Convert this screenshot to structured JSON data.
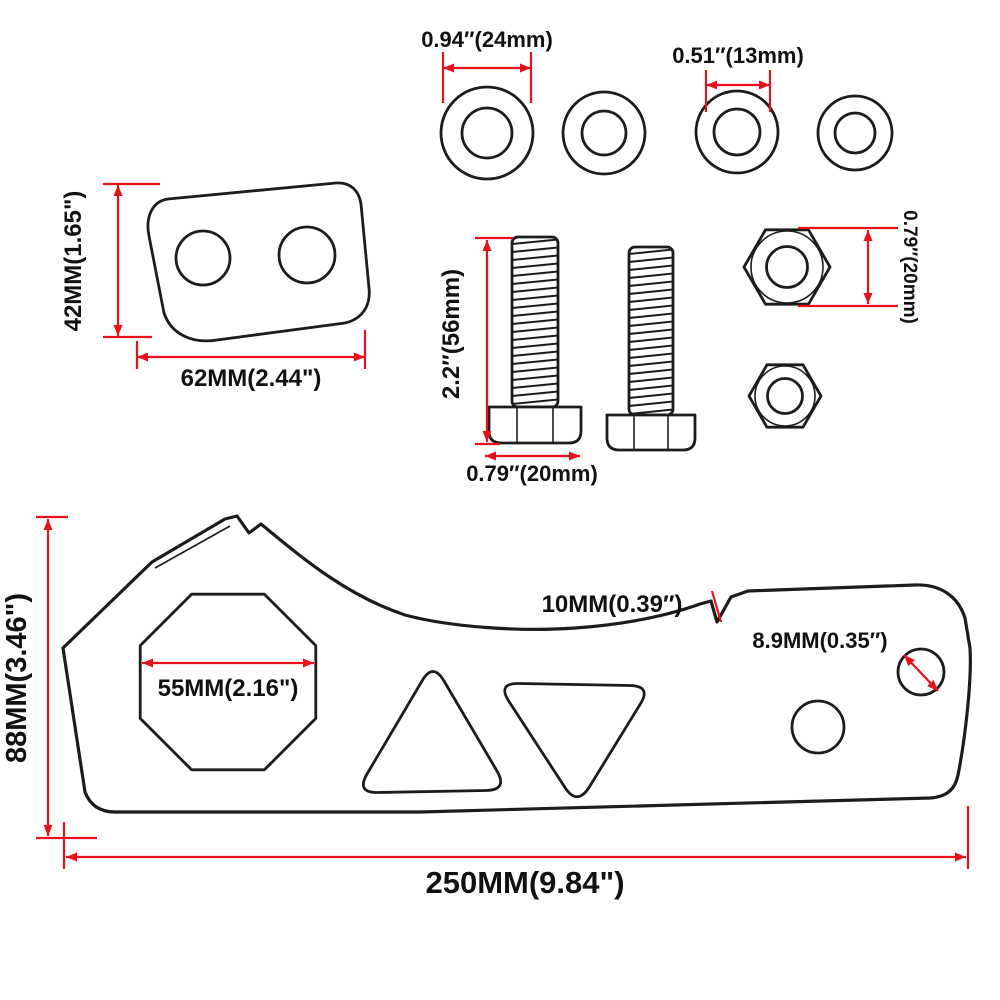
{
  "colors": {
    "dim": "#e8101a",
    "ink": "#1c1c1c",
    "bg": "#ffffff"
  },
  "washers": {
    "outer_diameter": "0.94″(24mm)",
    "inner_diameter": "0.51″(13mm)"
  },
  "gasket": {
    "height": "42MM(1.65\")",
    "width": "62MM(2.44\")"
  },
  "bolts": {
    "length": "2.2″(56mm)",
    "head_width": "0.79″(20mm)"
  },
  "nuts": {
    "width": "0.79″(20mm)"
  },
  "bracket": {
    "height": "88MM(3.46\")",
    "width": "250MM(9.84\")",
    "center_hole": "55MM(2.16\")",
    "thickness": "10MM(0.39″)",
    "small_hole": "8.9MM(0.35″)"
  }
}
